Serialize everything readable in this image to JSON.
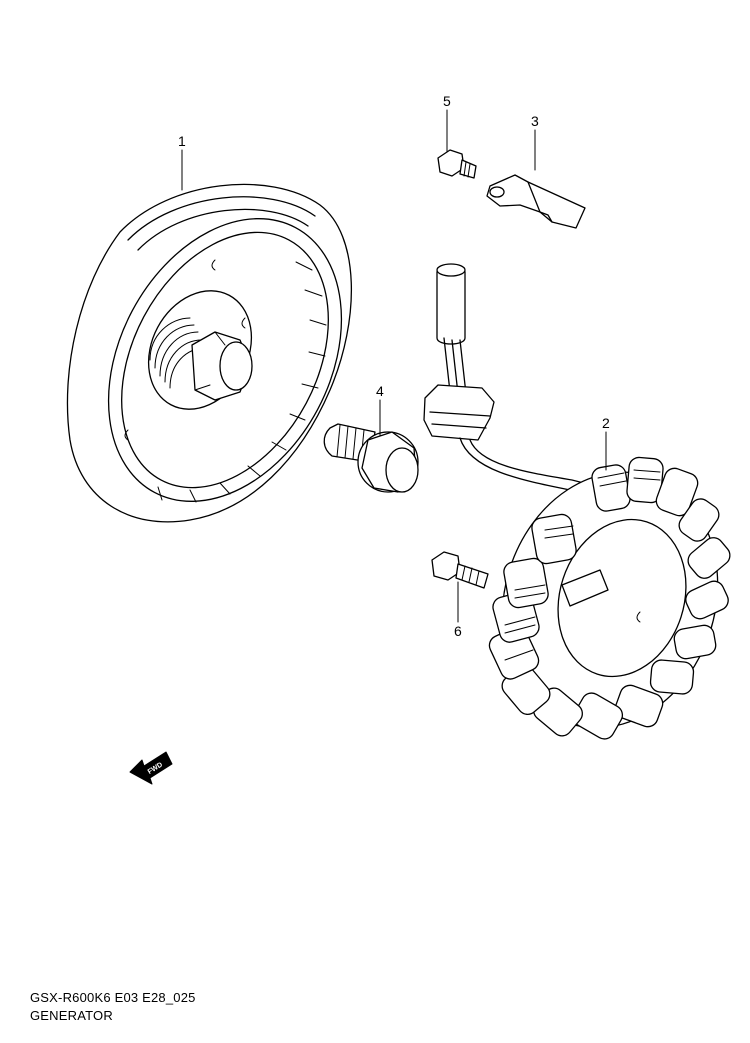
{
  "diagram": {
    "callouts": [
      {
        "id": "1",
        "label": "1"
      },
      {
        "id": "2",
        "label": "2"
      },
      {
        "id": "3",
        "label": "3"
      },
      {
        "id": "4",
        "label": "4"
      },
      {
        "id": "5",
        "label": "5"
      },
      {
        "id": "6",
        "label": "6"
      }
    ],
    "fwd_label": "FWD"
  },
  "footer": {
    "code": "GSX-R600K6 E03 E28_025",
    "title": "GENERATOR"
  }
}
